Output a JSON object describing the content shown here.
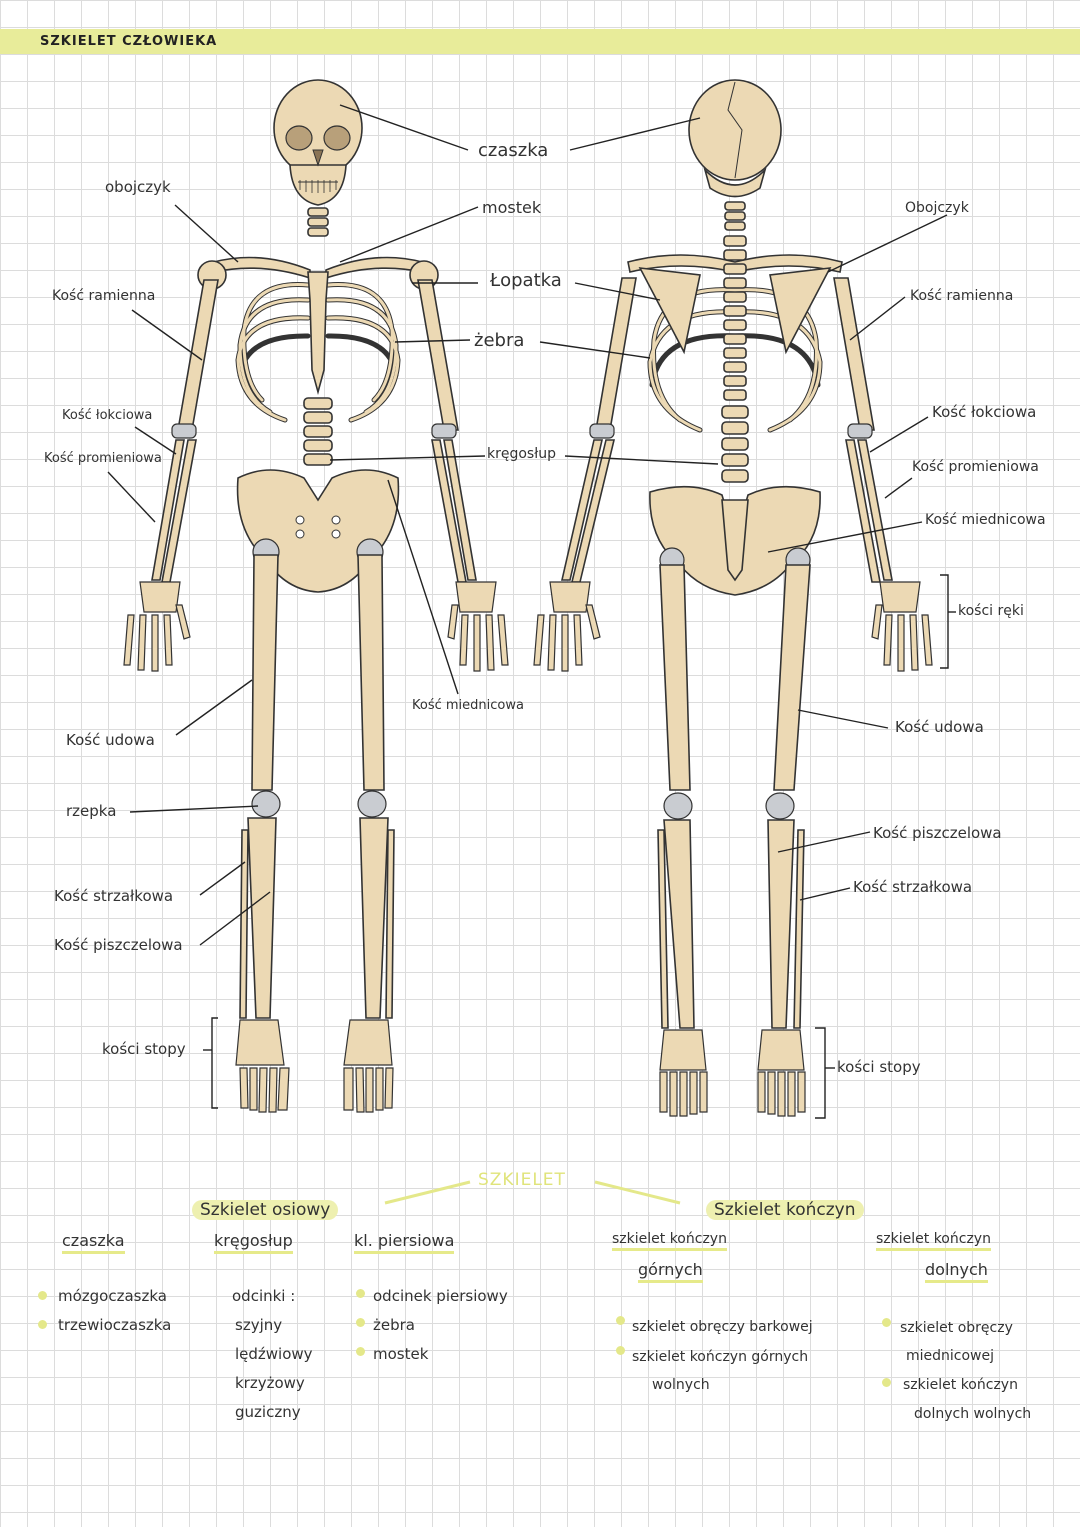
{
  "header": {
    "title": "SZKIELET CZŁOWIEKA"
  },
  "colors": {
    "bone": "#ecd9b4",
    "bone_stroke": "#333333",
    "highlight": "#e8ec9a",
    "joint": "#c9ccd1",
    "grid": "#dcdcdc"
  },
  "front_labels": {
    "czaszka": "czaszka",
    "obojczyk": "obojczyk",
    "mostek": "mostek",
    "kosc_ramienna": "Kość ramienna",
    "lopatka": "Łopatka",
    "zebra": "żebra",
    "kosc_lokciowa": "Kość łokciowa",
    "kosc_promieniowa": "Kość promieniowa",
    "kregoslup": "kręgosłup",
    "kosc_miednicowa": "Kość miednicowa",
    "kosc_udowa": "Kość udowa",
    "rzepka": "rzepka",
    "kosc_strzalkowa": "Kość strzałkowa",
    "kosc_piszczelowa": "Kość piszczelowa",
    "kosci_stopy": "kości stopy"
  },
  "back_labels": {
    "obojczyk": "Obojczyk",
    "kosc_ramienna": "Kość ramienna",
    "kosc_lokciowa": "Kość łokciowa",
    "kosc_promieniowa": "Kość promieniowa",
    "kosc_miednicowa": "Kość miednicowa",
    "kosci_reki": "kości ręki",
    "kosc_udowa": "Kość udowa",
    "kosc_piszczelowa": "Kość piszczelowa",
    "kosc_strzalkowa": "Kość strzałkowa",
    "kosci_stopy": "kości stopy"
  },
  "classification": {
    "root": "SZKIELET",
    "axial": {
      "title": "Szkielet osiowy",
      "skull": {
        "title": "czaszka",
        "items": [
          "mózgoczaszka",
          "trzewioczaszka"
        ]
      },
      "spine": {
        "title": "kręgosłup",
        "intro": "odcinki :",
        "items": [
          "szyjny",
          "lędźwiowy",
          "krzyżowy",
          "guziczny"
        ]
      },
      "chest": {
        "title": "kl. piersiowa",
        "items": [
          "odcinek piersiowy",
          "żebra",
          "mostek"
        ]
      }
    },
    "limbs": {
      "title": "Szkielet kończyn",
      "upper": {
        "title": "szkielet kończyn",
        "title2": "górnych",
        "items": [
          "szkielet obręczy barkowej",
          "szkielet kończyn górnych"
        ],
        "item2_cont": "wolnych"
      },
      "lower": {
        "title": "szkielet kończyn",
        "title2": "dolnych",
        "items": [
          "szkielet obręczy",
          "szkielet kończyn"
        ],
        "item1_cont": "miednicowej",
        "item2_cont": "dolnych wolnych"
      }
    }
  }
}
